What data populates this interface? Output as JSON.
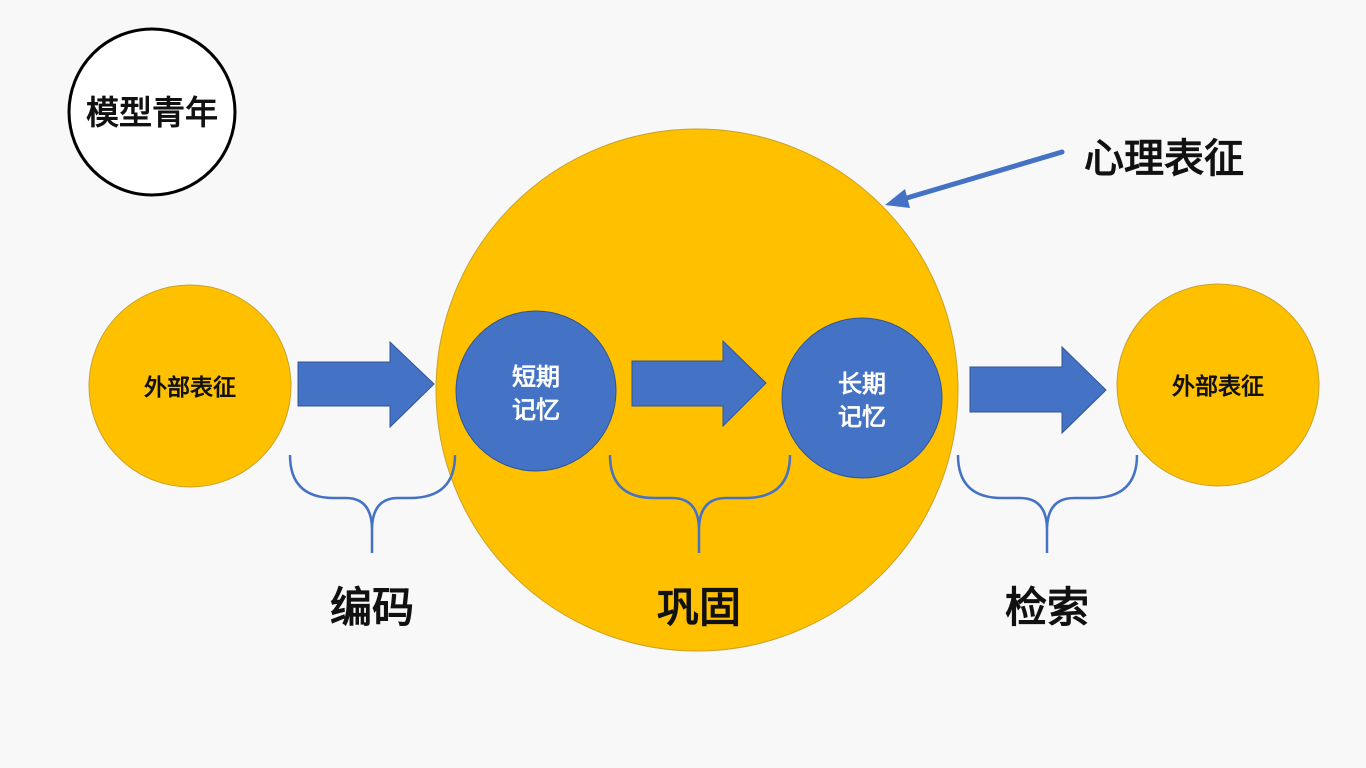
{
  "logo": {
    "text": "模型青年"
  },
  "nodes": {
    "external_left": "外部表征",
    "short_term": [
      "短期",
      "记忆"
    ],
    "long_term": [
      "长期",
      "记忆"
    ],
    "external_right": "外部表征"
  },
  "callout": {
    "label": "心理表征"
  },
  "stages": {
    "encode": "编码",
    "consolidate": "巩固",
    "retrieve": "检索"
  },
  "colors": {
    "background": "#f8f8f8",
    "gold": "#ffc000",
    "gold_stroke": "#c9a227",
    "blue": "#4472c4",
    "blue_stroke": "#2f5597",
    "text_dark": "#111111",
    "text_light": "#ffffff"
  }
}
